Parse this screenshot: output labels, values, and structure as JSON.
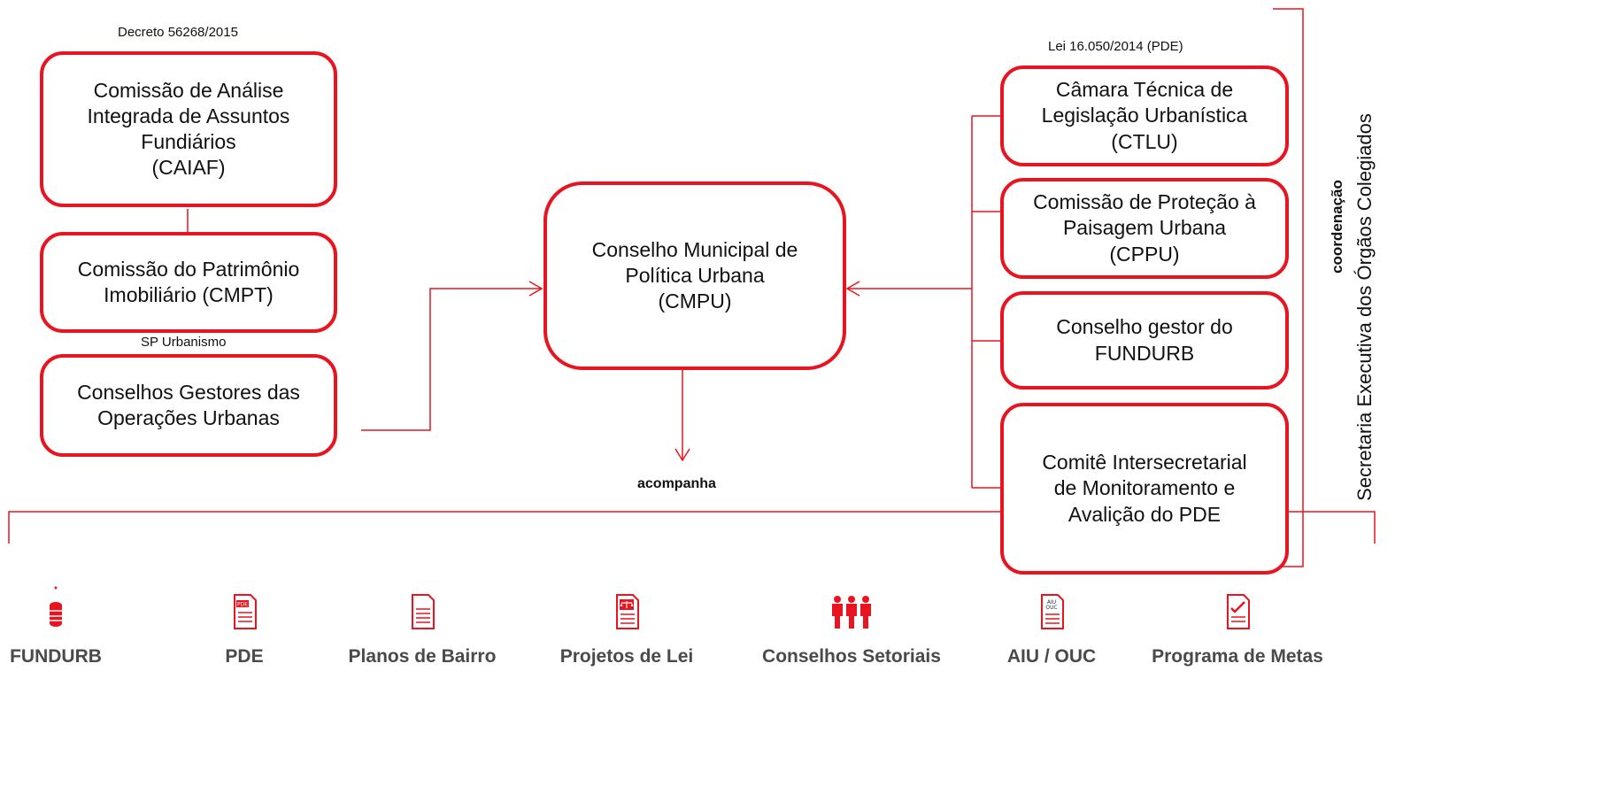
{
  "colors": {
    "accent": "#e8141f",
    "text": "#111111",
    "icon_label": "#4a4a4a"
  },
  "captions": {
    "decreto": "Decreto 56268/2015",
    "sp_urbanismo": "SP Urbanismo",
    "lei_pde": "Lei 16.050/2014 (PDE)",
    "acompanha": "acompanha",
    "coordenacao": "coordenação",
    "secretaria": "Secretaria Executiva dos Órgãos Colegiados"
  },
  "left_boxes": {
    "caiaf": "Comissão de Análise\nIntegrada de Assuntos\nFundiários\n(CAIAF)",
    "cmpt": "Comissão do Patrimônio\nImobiliário (CMPT)",
    "operacoes": "Conselhos Gestores das\nOperações Urbanas"
  },
  "center_box": "Conselho Municipal de\nPolítica Urbana\n(CMPU)",
  "right_boxes": {
    "ctlu": "Câmara Técnica de\nLegislação Urbanística\n(CTLU)",
    "cppu": "Comissão de Proteção à\nPaisagem Urbana\n(CPPU)",
    "fundurb": "Conselho gestor do\nFUNDURB",
    "comite": "Comitê Intersecretarial\nde Monitoramento e\nAvalição do PDE"
  },
  "bottom_items": [
    {
      "label": "FUNDURB",
      "icon": "coins-icon"
    },
    {
      "label": "PDE",
      "icon": "pde-document-icon"
    },
    {
      "label": "Planos de Bairro",
      "icon": "document-icon"
    },
    {
      "label": "Projetos de Lei",
      "icon": "law-document-icon"
    },
    {
      "label": "Conselhos Setoriais",
      "icon": "people-group-icon"
    },
    {
      "label": "AIU / OUC",
      "icon": "aiu-ouc-document-icon"
    },
    {
      "label": "Programa de Metas",
      "icon": "checklist-document-icon"
    }
  ]
}
